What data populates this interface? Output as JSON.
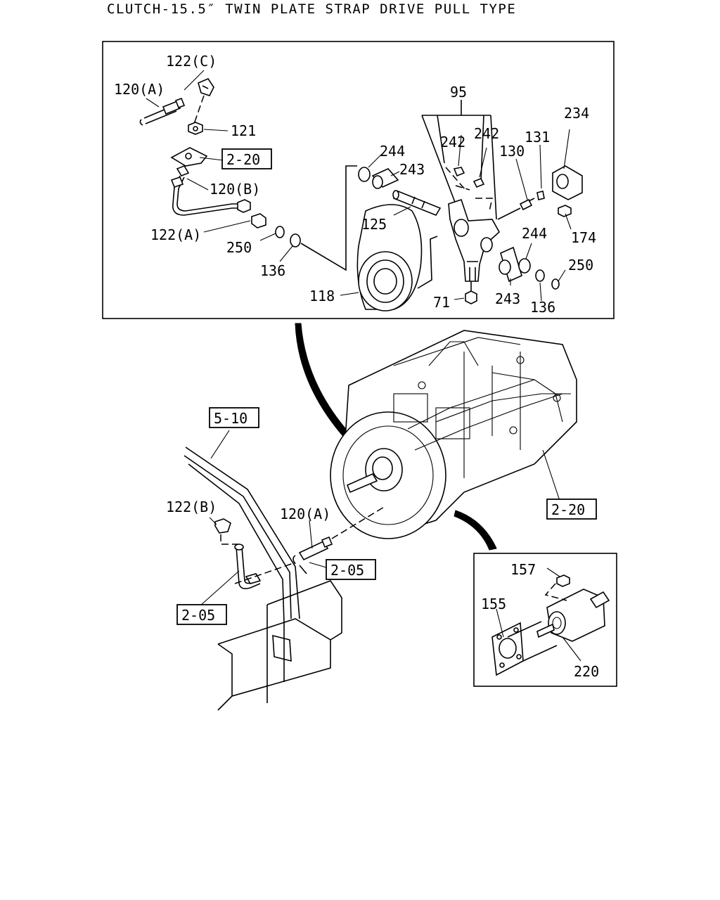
{
  "title": "CLUTCH-15.5″ TWIN PLATE STRAP DRIVE PULL TYPE",
  "callouts": {
    "c122C": "122(C)",
    "c120A_top": "120(A)",
    "c121": "121",
    "c120B": "120(B)",
    "c122A": "122(A)",
    "c250_left": "250",
    "c136_left": "136",
    "c118": "118",
    "c95": "95",
    "c242_a": "242",
    "c242_b": "242",
    "c244_top": "244",
    "c243_top": "243",
    "c125": "125",
    "c130": "130",
    "c131": "131",
    "c234": "234",
    "c174": "174",
    "c244_right": "244",
    "c250_right": "250",
    "c243_bottom": "243",
    "c136_right": "136",
    "c71": "71",
    "c122B": "122(B)",
    "c120A_bottom": "120(A)",
    "c157": "157",
    "c155": "155",
    "c220": "220"
  },
  "references": {
    "ref_2_20_top": "2-20",
    "ref_5_10": "5-10",
    "ref_2_20_right": "2-20",
    "ref_2_05_mid": "2-05",
    "ref_2_05_left": "2-05"
  }
}
